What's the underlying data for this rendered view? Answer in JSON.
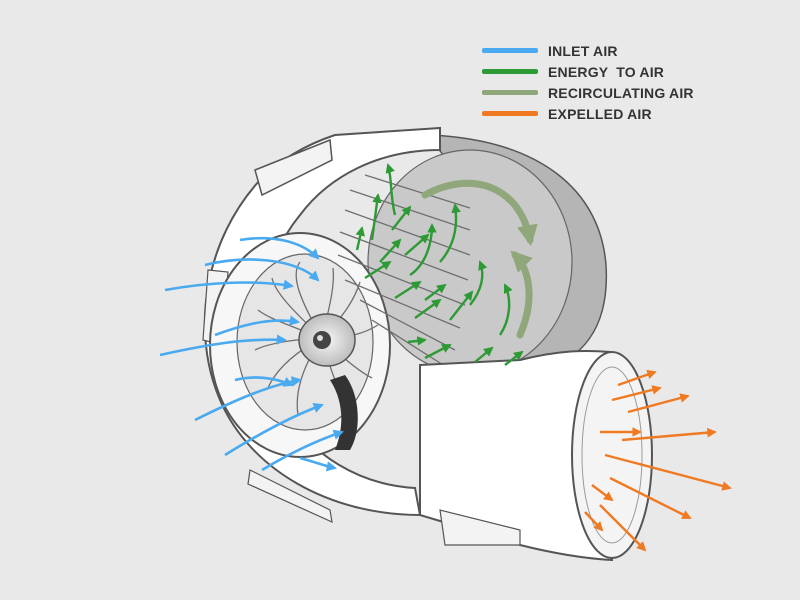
{
  "legend": {
    "items": [
      {
        "label": "INLET AIR",
        "color": "#4aaaf0"
      },
      {
        "label": "ENERGY  TO AIR",
        "color": "#2e9a35"
      },
      {
        "label": "RECIRCULATING AIR",
        "color": "#8fa77a"
      },
      {
        "label": "EXPELLED AIR",
        "color": "#f07a22"
      }
    ]
  },
  "colors": {
    "background": "#e9e9e9",
    "housing_fill": "#ffffff",
    "outline": "#555555",
    "back_plate": "#b5b5b5",
    "inlet_air": "#4aaaf0",
    "energy_to_air": "#2e9a35",
    "recirculating_air": "#8fa77a",
    "expelled_air": "#f07a22"
  },
  "diagram": {
    "subject": "centrifugal blower cutaway",
    "parts": [
      "volute housing",
      "impeller",
      "hub",
      "inlet ring",
      "back plate",
      "outlet duct"
    ]
  }
}
